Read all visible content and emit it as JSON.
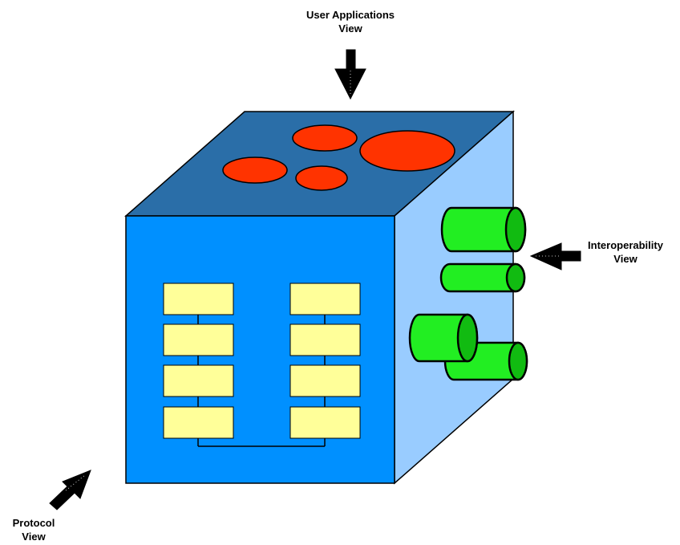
{
  "views": {
    "user_applications": {
      "line1": "User Applications",
      "line2": "View"
    },
    "interoperability": {
      "line1": "Interoperability",
      "line2": "View"
    },
    "protocol": {
      "line1": "Protocol",
      "line2": "View"
    }
  },
  "colors": {
    "front_face": "#0090ff",
    "top_face": "#2a6ea8",
    "side_face": "#99ccff",
    "ellipse_fill": "#ff3300",
    "cylinder_fill": "#22ee22",
    "cylinder_end": "#11bb11",
    "box_fill": "#ffff99",
    "stroke": "#000000"
  },
  "icons": {
    "arrow_top": "arrow-down-icon",
    "arrow_right": "arrow-left-icon",
    "arrow_bottom_left": "arrow-up-right-icon"
  },
  "counts": {
    "stack_columns": 2,
    "boxes_per_column": 4,
    "top_ellipses": 4,
    "cylinders": 4
  }
}
